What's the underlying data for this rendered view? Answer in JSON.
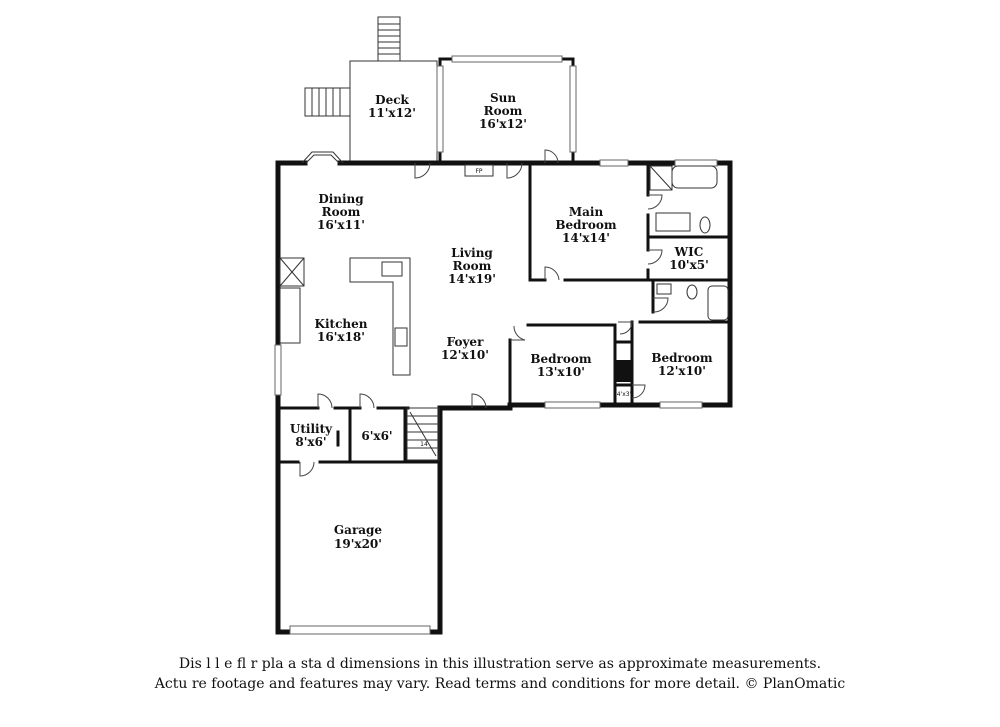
{
  "rooms": {
    "deck": {
      "name": "Deck",
      "dims": "11'x12'"
    },
    "sun_room": {
      "name_1": "Sun",
      "name_2": "Room",
      "dims": "16'x12'"
    },
    "dining_room": {
      "name_1": "Dining",
      "name_2": "Room",
      "dims": "16'x11'"
    },
    "living_room": {
      "name_1": "Living",
      "name_2": "Room",
      "dims": "14'x19'"
    },
    "main_bedroom": {
      "name_1": "Main",
      "name_2": "Bedroom",
      "dims": "14'x14'"
    },
    "wic": {
      "name": "WIC",
      "dims": "10'x5'"
    },
    "kitchen": {
      "name": "Kitchen",
      "dims": "16'x18'"
    },
    "foyer": {
      "name": "Foyer",
      "dims": "12'x10'"
    },
    "bedroom_1": {
      "name": "Bedroom",
      "dims": "13'x10'"
    },
    "bedroom_2": {
      "name": "Bedroom",
      "dims": "12'x10'"
    },
    "utility": {
      "name": "Utility",
      "dims": "8'x6'"
    },
    "storage": {
      "dims": "6'x6'"
    },
    "closet": {
      "dims": "4'x3'"
    },
    "garage": {
      "name": "Garage",
      "dims": "19'x20'"
    }
  },
  "fixtures": {
    "fireplace": "FP",
    "stair": "14"
  },
  "disclaimer": {
    "line1": "Dis     l      l e fl    r pla    a      sta    d dimensions in this illustration serve as approximate measurements.",
    "line2": "Actu     re footage and features may vary. Read terms and conditions for more detail. © PlanOmatic"
  }
}
